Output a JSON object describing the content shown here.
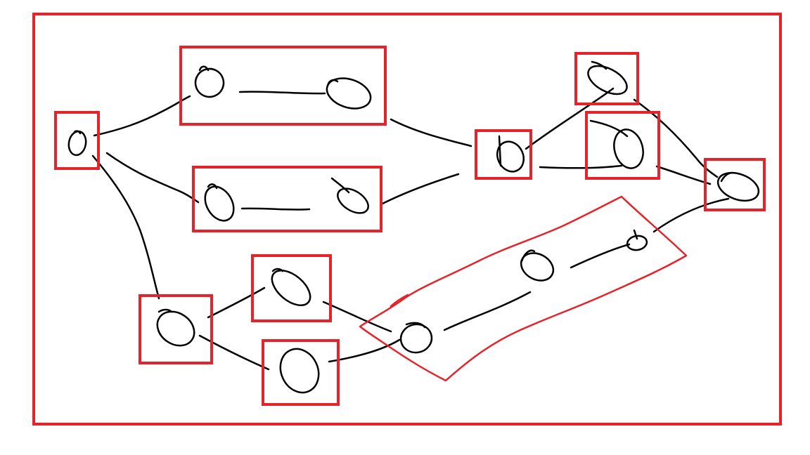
{
  "canvas": {
    "background": "#ffffff"
  },
  "style": {
    "highlight_color": "#e5232a",
    "stroke_color": "#000000"
  },
  "diagram": {
    "kind": "hand-drawn node graph",
    "node_count": 18,
    "highlight_boxes": 11,
    "lasso_groups": 1
  }
}
